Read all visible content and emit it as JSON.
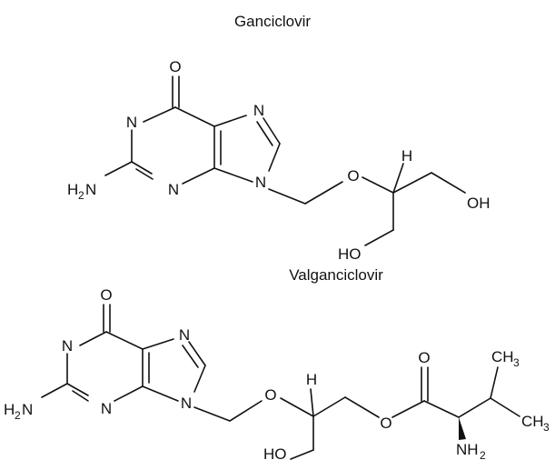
{
  "diagram": {
    "molecules": [
      {
        "name": "Ganciclovir",
        "atoms": {
          "o_carbonyl": "O",
          "n1": "N",
          "n7": "N",
          "n3": "N",
          "n9": "N",
          "amine_h": "H",
          "amine_sub": "2",
          "amine_n": "N",
          "ether_o": "O",
          "stereo_h": "H",
          "oh_right": "OH",
          "ho_bottom": "HO"
        }
      },
      {
        "name": "Valganciclovir",
        "atoms": {
          "o_carbonyl": "O",
          "n1": "N",
          "n7": "N",
          "n3": "N",
          "n9": "N",
          "amine_h": "H",
          "amine_sub": "2",
          "amine_n": "N",
          "ether_o": "O",
          "stereo_h": "H",
          "ho_bottom": "HO",
          "ester_o": "O",
          "ester_carbonyl_o": "O",
          "ch3_top": "CH",
          "ch3_top_sub": "3",
          "ch3_right": "CH",
          "ch3_right_sub": "3",
          "nh2_n": "NH",
          "nh2_sub": "2"
        }
      }
    ]
  }
}
